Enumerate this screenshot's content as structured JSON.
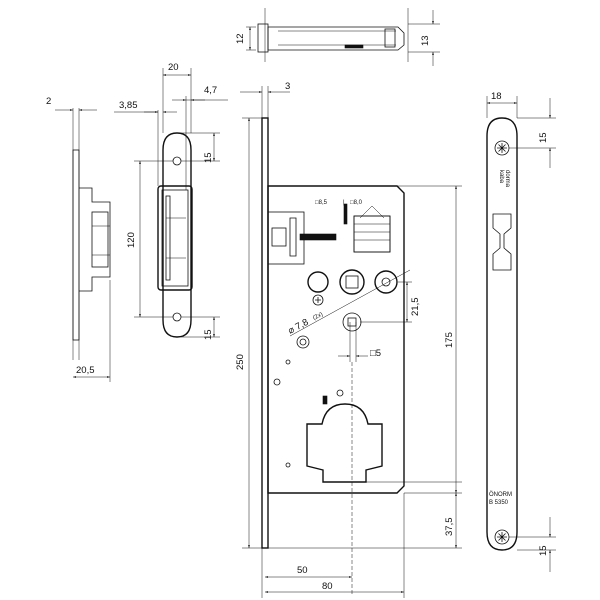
{
  "top_view": {
    "height": "12",
    "depth": "13"
  },
  "strike_plate": {
    "width": "20",
    "offset": "4,7",
    "edge": "3,85",
    "hole_spacing": "120",
    "top_margin": "15",
    "bottom_margin": "15"
  },
  "strike_side": {
    "thickness": "2",
    "depth": "20,5"
  },
  "lock_body": {
    "forend_thickness": "3",
    "height": "250",
    "case_height": "175",
    "square_top": "□8,5",
    "separator": "|",
    "square_top_2": "□8,0",
    "hole": "⌀ 7,8",
    "hole_count": "(2x)",
    "spacing": "21,5",
    "square_bottom": "□5",
    "bottom_offset": "37,5",
    "backset": "50",
    "width": "80"
  },
  "forend": {
    "width": "18",
    "top_screw": "15",
    "bottom_screw": "15",
    "brand_line1": "dorma",
    "brand_line2": "kaba",
    "norm_line1": "ÖNORM",
    "norm_line2": "B 5350"
  }
}
